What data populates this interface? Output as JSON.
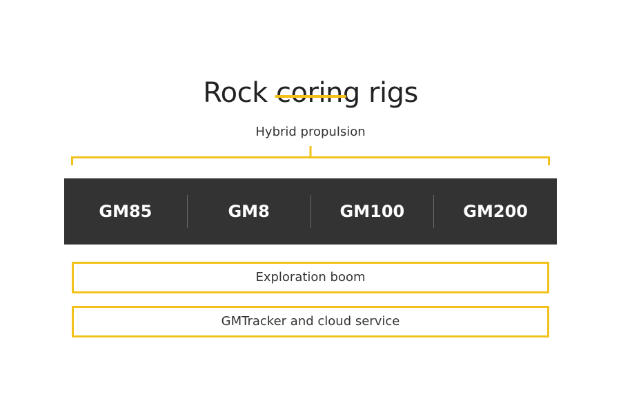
{
  "title": "Rock coring rigs",
  "bracket_label": "Hybrid propulsion",
  "models": [
    "GM85",
    "GM8",
    "GM100",
    "GM200"
  ],
  "features": [
    "Exploration boom",
    "GMTracker and cloud service"
  ],
  "colors": {
    "accent": "#f2c21b",
    "bar": "#333333",
    "text": "#222222"
  }
}
